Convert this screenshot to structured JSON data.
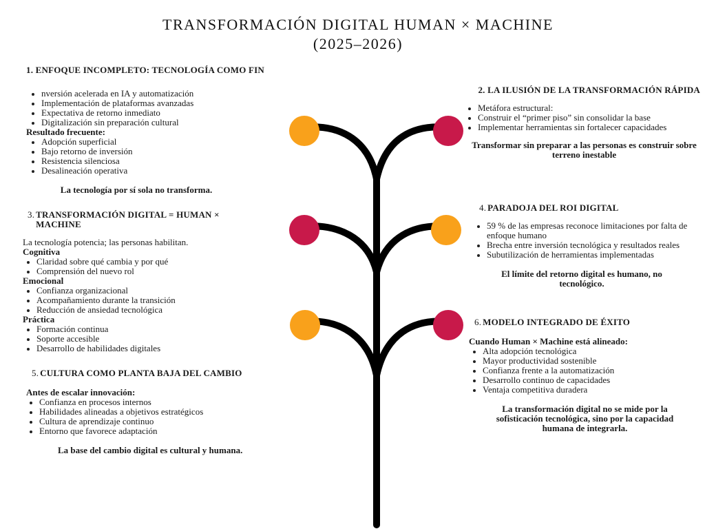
{
  "title": {
    "line1": "TRANSFORMACIÓN DIGITAL HUMAN × MACHINE",
    "line2": "(2025–2026)"
  },
  "colors": {
    "orange": "#F9A11B",
    "crimson": "#C8194A",
    "branch": "#000000"
  },
  "sections": {
    "s1": {
      "heading": "1. ENFOQUE INCOMPLETO: TECNOLOGÍA COMO FIN",
      "items": [
        "nversión acelerada en IA y automatización",
        "Implementación de plataformas avanzadas",
        "Expectativa de retorno inmediato",
        "Digitalización sin preparación cultural"
      ],
      "sub_label": "Resultado frecuente:",
      "sub_items": [
        "Adopción superficial",
        "Bajo retorno de inversión",
        "Resistencia silenciosa",
        "Desalineación operativa"
      ],
      "quote": "La tecnología por sí sola no transforma."
    },
    "s2": {
      "heading": "2. LA ILUSIÓN DE LA TRANSFORMACIÓN RÁPIDA",
      "items": [
        "Metáfora estructural:",
        "Construir el “primer piso” sin consolidar la base",
        "Implementar herramientas sin fortalecer capacidades"
      ],
      "quote": "Transformar sin preparar a las personas es construir sobre terreno inestable"
    },
    "s3": {
      "num": "3.",
      "heading": "TRANSFORMACIÓN DIGITAL = HUMAN × MACHINE",
      "intro": "La tecnología potencia; las personas habilitan.",
      "groups": [
        {
          "label": "Cognitiva",
          "items": [
            "Claridad sobre qué cambia y por qué",
            "Comprensión del nuevo rol"
          ]
        },
        {
          "label": "Emocional",
          "items": [
            "Confianza organizacional",
            "Acompañamiento durante la transición",
            "Reducción de ansiedad tecnológica"
          ]
        },
        {
          "label": "Práctica",
          "items": [
            "Formación continua",
            "Soporte accesible",
            "Desarrollo de habilidades digitales"
          ]
        }
      ]
    },
    "s4": {
      "num": "4.",
      "heading": "PARADOJA DEL ROI DIGITAL",
      "items": [
        "59 % de las empresas reconoce limitaciones por falta de enfoque humano",
        "Brecha entre inversión tecnológica y resultados reales",
        "Subutilización de herramientas implementadas"
      ],
      "quote": "El límite del retorno digital es humano, no tecnológico."
    },
    "s5": {
      "num": "5.",
      "heading": "CULTURA COMO PLANTA BAJA DEL CAMBIO",
      "sub_label": "Antes de escalar innovación:",
      "items": [
        "Confianza en procesos internos",
        "Habilidades alineadas a objetivos estratégicos",
        "Cultura de aprendizaje continuo",
        "Entorno que favorece adaptación"
      ],
      "quote": "La base del cambio digital es cultural y humana."
    },
    "s6": {
      "num": "6.",
      "heading": "MODELO INTEGRADO DE ÉXITO",
      "sub_label": "Cuando Human × Machine está alineado:",
      "items": [
        "Alta adopción tecnológica",
        "Mayor productividad sostenible",
        "Confianza frente a la automatización",
        "Desarrollo continuo de capacidades",
        "Ventaja competitiva duradera"
      ],
      "quote": "La transformación digital no se mide por la sofisticación tecnológica, sino por la capacidad humana de integrarla."
    }
  },
  "tree": {
    "nodes": [
      {
        "side": "left",
        "row": 1,
        "color": "orange"
      },
      {
        "side": "right",
        "row": 1,
        "color": "crimson"
      },
      {
        "side": "left",
        "row": 2,
        "color": "crimson"
      },
      {
        "side": "right",
        "row": 2,
        "color": "orange"
      },
      {
        "side": "left",
        "row": 3,
        "color": "orange"
      },
      {
        "side": "right",
        "row": 3,
        "color": "crimson"
      }
    ]
  }
}
